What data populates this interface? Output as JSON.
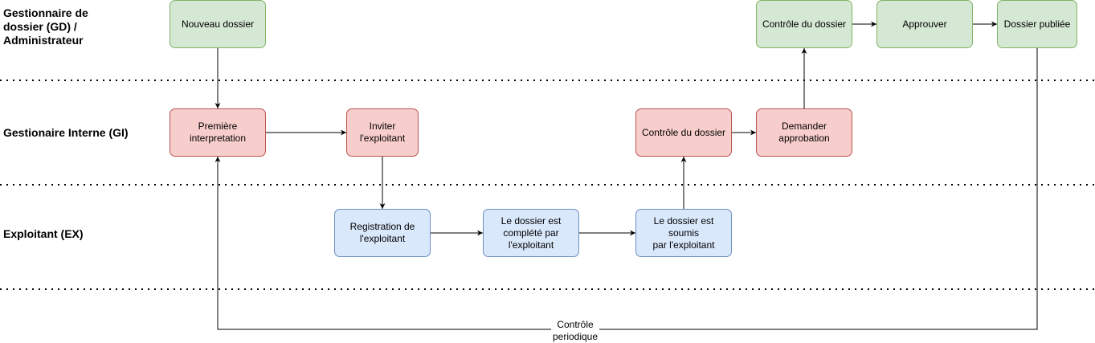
{
  "lanes": {
    "gd": "Gestionnaire de\ndossier (GD) /\nAdministrateur",
    "gi": "Gestionaire Interne (GI)",
    "ex": "Exploitant (EX)"
  },
  "nodes": {
    "nouveau_dossier": "Nouveau dossier",
    "controle_gd": "Contrôle du dossier",
    "approuver": "Approuver",
    "dossier_publiee": "Dossier publiée",
    "premiere_interpretation": "Première\ninterpretation",
    "inviter_exploitant": "Inviter\nl'exploitant",
    "controle_gi": "Contrôle du dossier",
    "demander_approbation": "Demander\napprobation",
    "registration": "Registration de\nl'exploitant",
    "dossier_complete": "Le dossier est\ncomplété par\nl'exploitant",
    "dossier_soumis": "Le dossier est soumis\npar l'exploitant"
  },
  "edge_labels": {
    "controle_periodique": "Contrôle\nperiodique"
  },
  "colors": {
    "green_fill": "#d5e8d4",
    "green_stroke": "#82b366",
    "red_fill": "#f8cecc",
    "red_stroke": "#b85450",
    "blue_fill": "#dae8fc",
    "blue_stroke": "#6c8ebf",
    "edge": "#000000",
    "separator": "#000000"
  }
}
